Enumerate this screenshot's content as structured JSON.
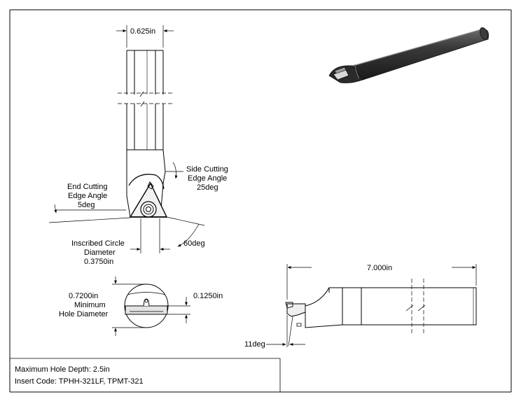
{
  "dimensions": {
    "shank_width": "0.625in",
    "side_cutting_edge_angle": [
      "Side Cutting",
      "Edge Angle",
      "25deg"
    ],
    "end_cutting_edge_angle": [
      "End Cutting",
      "Edge Angle",
      "5deg"
    ],
    "insert_angle": "60deg",
    "inscribed_circle_diameter": [
      "Inscribed Circle",
      "Diameter",
      "0.3750in"
    ],
    "minimum_hole_diameter": [
      "0.7200in",
      "Minimum",
      "Hole Diameter"
    ],
    "tip_offset": "0.1250in",
    "overall_length": "7.000in",
    "clearance_angle": "11deg"
  },
  "notes": {
    "max_hole_depth": "Maximum Hole Depth: 2.5in",
    "insert_code": "Insert Code: TPHH-321LF, TPMT-321"
  },
  "colors": {
    "line": "#000000",
    "bar_dark": "#2b2b2b",
    "bar_mid": "#4a4a4a",
    "bar_light": "#7a7a7a",
    "insert_face": "#e8e8e8"
  }
}
